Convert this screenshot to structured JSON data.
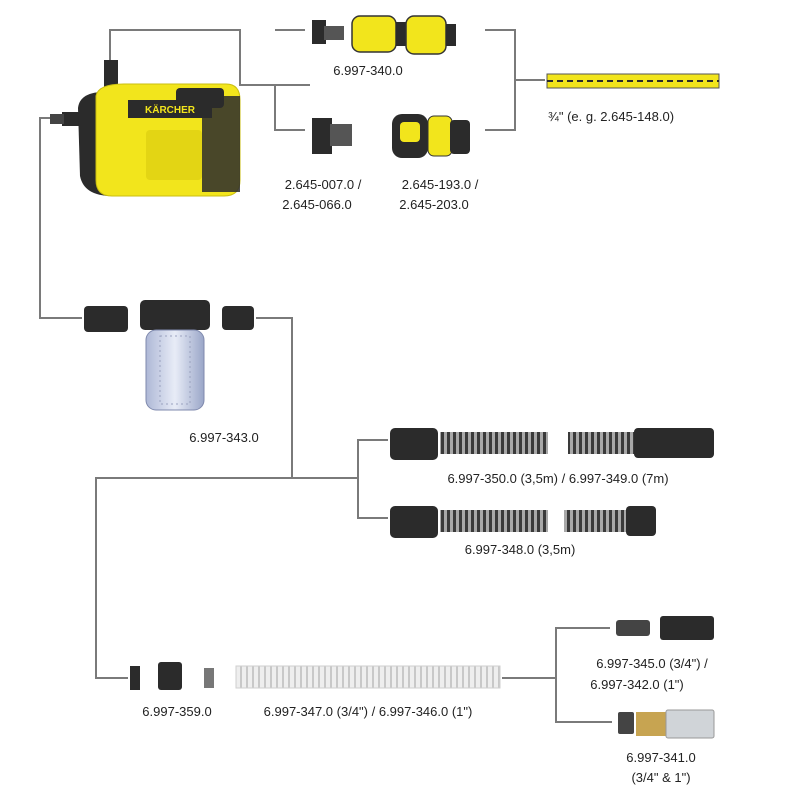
{
  "labels": {
    "hose_connector_set": "6.997-340.0",
    "tap_adapter_1": "2.645-007.0 /",
    "tap_adapter_2": "2.645-066.0",
    "coupling_1": "2.645-193.0 /",
    "coupling_2": "2.645-203.0",
    "garden_hose": "¾\" (e. g. 2.645-148.0)",
    "prefilter": "6.997-343.0",
    "suction_hose_filter": "6.997-350.0 (3,5m) / 6.997-349.0 (7m)",
    "suction_hose_plain": "6.997-348.0 (3,5m)",
    "adapter_set": "6.997-359.0",
    "suction_hose_meter": "6.997-347.0 (3/4\") / 6.997-346.0 (1\")",
    "filter_1": "6.997-345.0 (3/4\") /",
    "filter_2": "6.997-342.0 (1\")",
    "valve_1": "6.997-341.0",
    "valve_2": "(3/4\" & 1\")"
  },
  "pump_brand": "KÄRCHER",
  "colors": {
    "lines": "#7a7a7a",
    "brand_yellow": "#f2e51c",
    "dark": "#2b2b2b"
  }
}
